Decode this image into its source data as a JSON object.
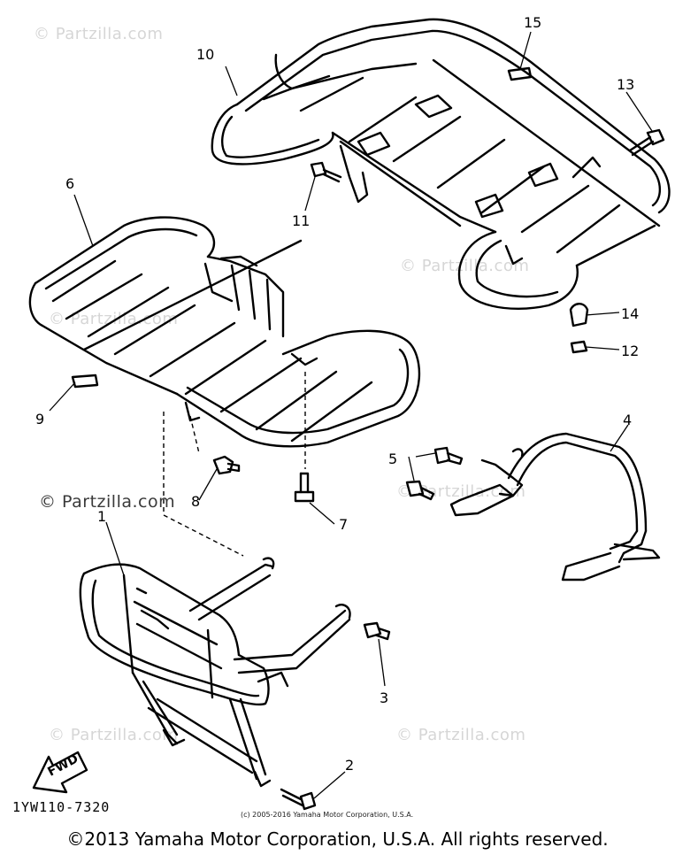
{
  "watermark": {
    "text": "© Partzilla.com",
    "color": "#d6d6d6"
  },
  "callouts": {
    "c1": "1",
    "c2": "2",
    "c3": "3",
    "c4": "4",
    "c5": "5",
    "c6": "6",
    "c7": "7",
    "c8": "8",
    "c9": "9",
    "c10": "10",
    "c11": "11",
    "c12": "12",
    "c13": "13",
    "c14": "14",
    "c15": "15"
  },
  "fwd_label": "FWD",
  "part_code": "1YW110-7320",
  "small_copyright": "(c) 2005-2016 Yamaha Motor Corporation, U.S.A.",
  "footer_copyright": "©2013 Yamaha Motor Corporation, U.S.A. All rights reserved."
}
